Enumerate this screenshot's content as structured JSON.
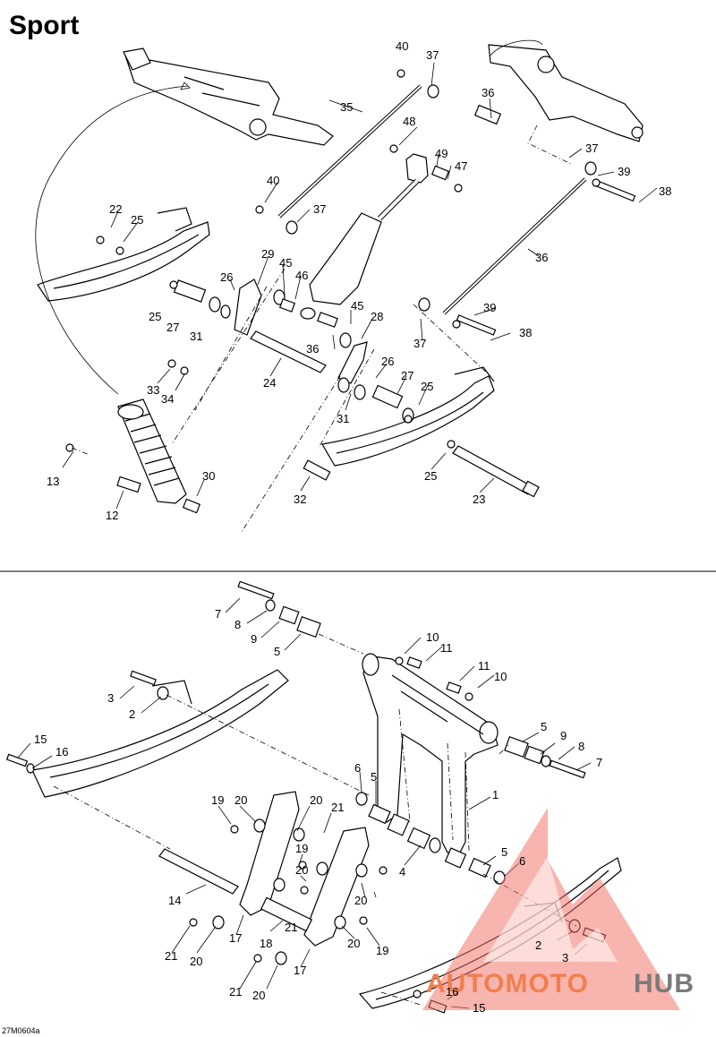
{
  "title": "Sport",
  "drawing_code": "27M0604a",
  "watermark": {
    "brand_part1": "AUTOMOTO",
    "brand_part2": "HUB",
    "colors": {
      "logo": "#f26a5e",
      "text1": "#f07f4e",
      "text2": "#7a7a7a"
    }
  },
  "upper_callouts": [
    "40",
    "37",
    "35",
    "36",
    "48",
    "49",
    "47",
    "37",
    "39",
    "38",
    "40",
    "37",
    "22",
    "25",
    "29",
    "26",
    "45",
    "46",
    "36",
    "25",
    "27",
    "31",
    "45",
    "28",
    "37",
    "39",
    "38",
    "33",
    "34",
    "24",
    "36",
    "26",
    "27",
    "25",
    "31",
    "13",
    "30",
    "12",
    "32",
    "25",
    "23"
  ],
  "lower_callouts": [
    "7",
    "8",
    "9",
    "5",
    "10",
    "11",
    "11",
    "10",
    "3",
    "2",
    "5",
    "9",
    "8",
    "7",
    "15",
    "16",
    "6",
    "5",
    "1",
    "19",
    "20",
    "20",
    "21",
    "19",
    "20",
    "5",
    "6",
    "4",
    "14",
    "20",
    "21",
    "21",
    "20",
    "17",
    "18",
    "20",
    "19",
    "2",
    "21",
    "20",
    "17",
    "3",
    "16",
    "15"
  ]
}
